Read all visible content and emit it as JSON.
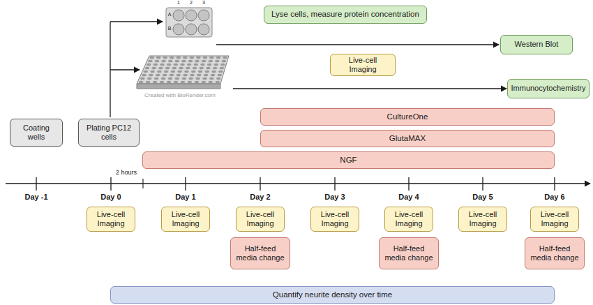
{
  "diagram": {
    "nodes": [
      {
        "text": [
          "Lyse cells, measure protein concentration"
        ]
      },
      {
        "text": [
          "Western Blot"
        ]
      },
      {
        "text": [
          "Live-cell Imaging"
        ]
      },
      {
        "text": [
          "Immunocytochemistry"
        ]
      },
      {
        "text": [
          "CultureOne"
        ]
      },
      {
        "text": [
          "Coating wells"
        ]
      },
      {
        "text": [
          "Plating PC12 cells"
        ]
      },
      {
        "text": [
          "GlutaMAX"
        ]
      },
      {
        "text": [
          "NGF"
        ]
      },
      {
        "text": [
          "Live-cell Imaging"
        ]
      },
      {
        "text": [
          "Live-cell Imaging"
        ]
      },
      {
        "text": [
          "Live-cell Imaging"
        ]
      },
      {
        "text": [
          "Live-cell Imaging"
        ]
      },
      {
        "text": [
          "Live-cell Imaging"
        ]
      },
      {
        "text": [
          "Live-cell Imaging"
        ]
      },
      {
        "text": [
          "Live-cell Imaging"
        ]
      },
      {
        "text": [
          "Half-feed media change"
        ]
      },
      {
        "text": [
          "Half-feed media change"
        ]
      },
      {
        "text": [
          "Half-feed media change"
        ]
      },
      {
        "text": [
          "Quantify neurite density over time"
        ]
      }
    ],
    "labels": [
      "1",
      "2",
      "3",
      "A",
      "B",
      "Created with BioRender.com",
      "2 hours",
      "Day -1",
      "Day 0",
      "Day 1",
      "Day 2",
      "Day 3",
      "Day 4",
      "Day 5",
      "Day 6"
    ]
  }
}
